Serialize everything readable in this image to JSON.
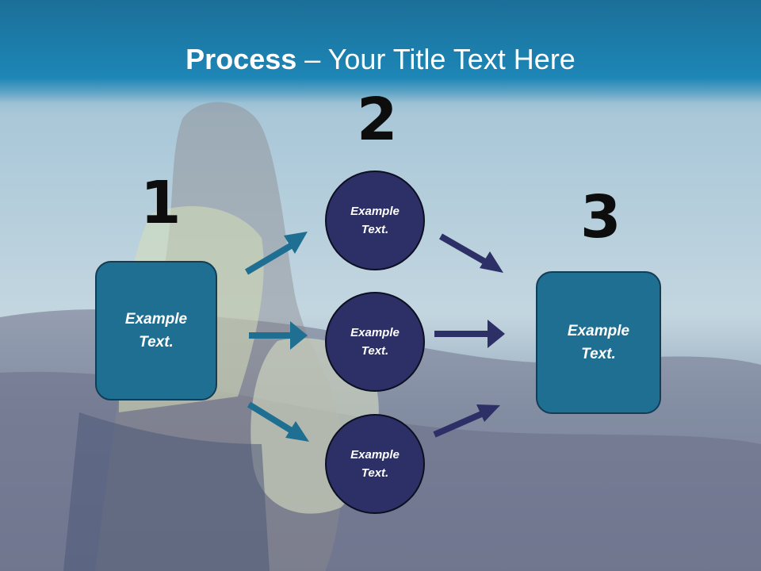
{
  "slide": {
    "title_bold": "Process",
    "title_rest": " – Your Title Text Here"
  },
  "steps": {
    "one": "1",
    "two": "2",
    "three": "3"
  },
  "nodes": {
    "left_box": "Example\nText.",
    "circle_top": "Example\nText.",
    "circle_middle": "Example\nText.",
    "circle_bottom": "Example\nText.",
    "right_box": "Example\nText."
  },
  "colors": {
    "title_bar": "#1a7aa6",
    "box_fill": "#1f6f93",
    "circle_fill": "#2c3066",
    "arrow_left": "#1f6f93",
    "arrow_right": "#2c3066"
  }
}
